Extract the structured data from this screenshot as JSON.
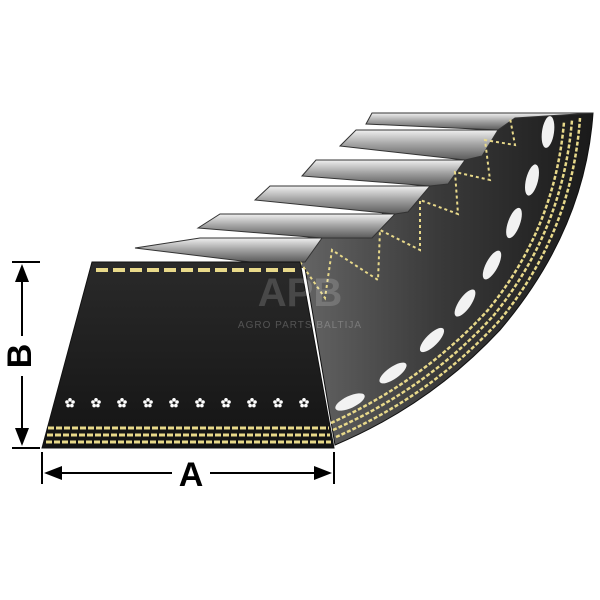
{
  "labels": {
    "width_label": "A",
    "height_label": "B"
  },
  "watermark": {
    "logo_text": "APB",
    "company_text": "AGRO PARTS BALTIJA"
  },
  "colors": {
    "belt_body": "#1c1c1c",
    "belt_side": "#4a4a4a",
    "cord": "#e8d98a",
    "top_fabric": "#9a9a9a",
    "dimension_line": "#000000"
  },
  "icons": {
    "arrow": "arrow-icon",
    "cord_element": "cord-dot-icon"
  }
}
